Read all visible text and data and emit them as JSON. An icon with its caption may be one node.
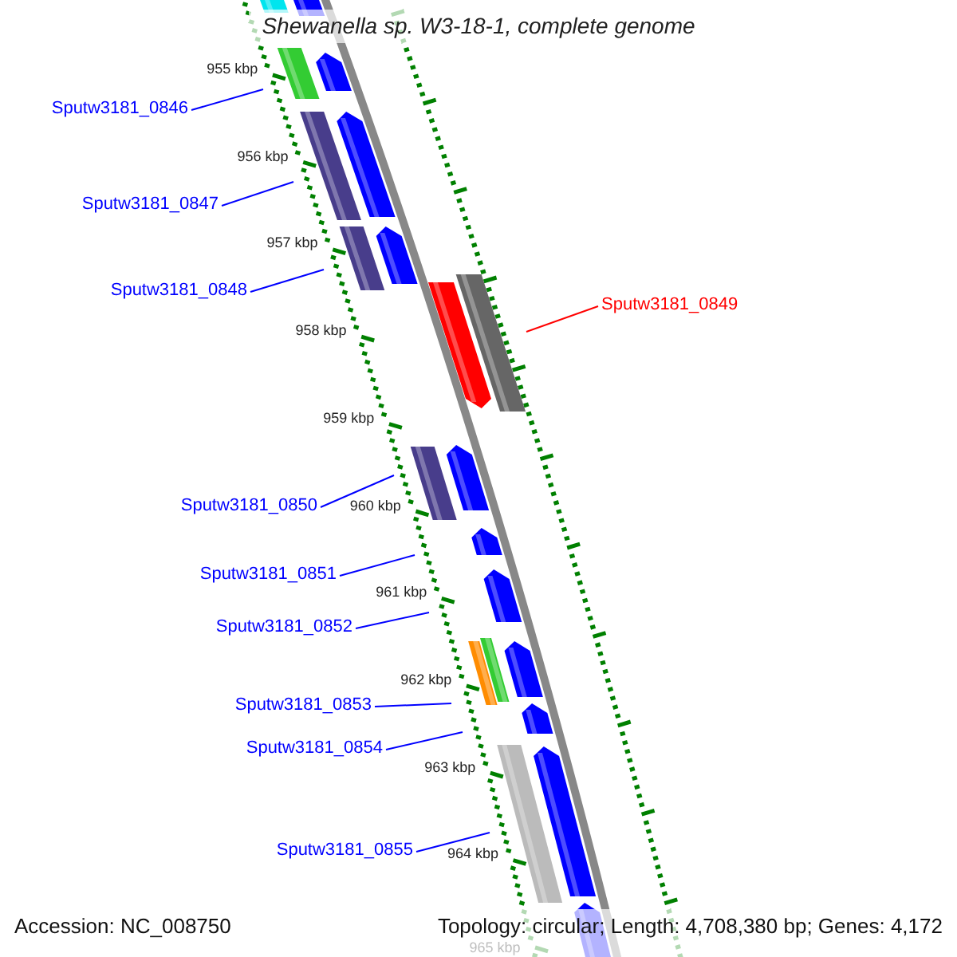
{
  "diagram": {
    "title": "Shewanella sp. W3-18-1, complete genome",
    "nodes": [
      {
        "text": [
          "Sputw3181_0846"
        ]
      },
      {
        "text": [
          "Sputw3181_0847"
        ]
      },
      {
        "text": [
          "Sputw3181_0848"
        ]
      },
      {
        "text": [
          "Sputw3181_0849"
        ]
      },
      {
        "text": [
          "Sputw3181_0850"
        ]
      },
      {
        "text": [
          "Sputw3181_0851"
        ]
      },
      {
        "text": [
          "Sputw3181_0852"
        ]
      },
      {
        "text": [
          "Sputw3181_0853"
        ]
      },
      {
        "text": [
          "Sputw3181_0854"
        ]
      },
      {
        "text": [
          "Sputw3181_0855"
        ]
      }
    ],
    "edges": [
      {
        "from": 0,
        "to": null,
        "arrow": "none"
      },
      {
        "from": 1,
        "to": null,
        "arrow": "none"
      },
      {
        "from": 2,
        "to": null,
        "arrow": "none"
      },
      {
        "from": 3,
        "to": null,
        "arrow": "none",
        "color": "#ff0000"
      },
      {
        "from": 4,
        "to": null,
        "arrow": "none"
      },
      {
        "from": 5,
        "to": null,
        "arrow": "none"
      },
      {
        "from": 6,
        "to": null,
        "arrow": "none"
      },
      {
        "from": 7,
        "to": null,
        "arrow": "none"
      },
      {
        "from": 8,
        "to": null,
        "arrow": "none"
      },
      {
        "from": 9,
        "to": null,
        "arrow": "none"
      }
    ],
    "labels": [
      "955 kbp",
      "956 kbp",
      "957 kbp",
      "958 kbp",
      "959 kbp",
      "960 kbp",
      "961 kbp",
      "962 kbp",
      "963 kbp",
      "964 kbp",
      "965 kbp",
      "Accession: NC_008750",
      "Topology: circular; Length: 4,708,380 bp; Genes: 4,172"
    ]
  }
}
